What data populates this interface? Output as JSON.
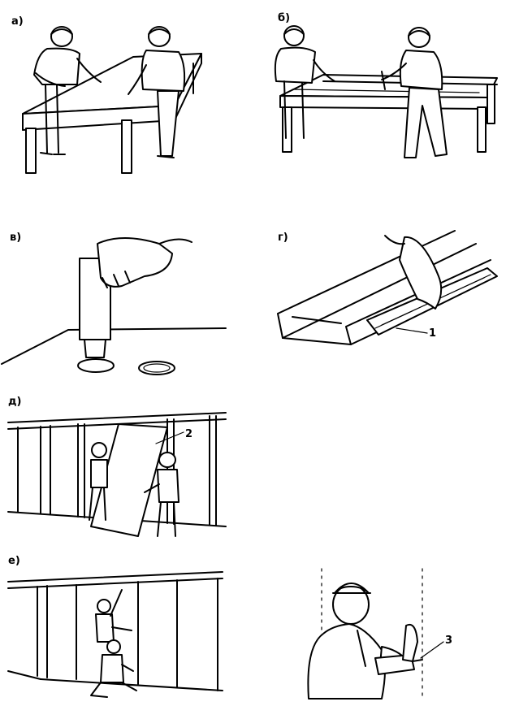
{
  "panels": {
    "a": {
      "label": "а)"
    },
    "b": {
      "label": "б)"
    },
    "v": {
      "label": "в)"
    },
    "g": {
      "label": "г)",
      "callout": "1"
    },
    "d": {
      "label": "д)",
      "callout": "2"
    },
    "e": {
      "label": "е)"
    },
    "zh": {
      "callout": "3"
    }
  }
}
